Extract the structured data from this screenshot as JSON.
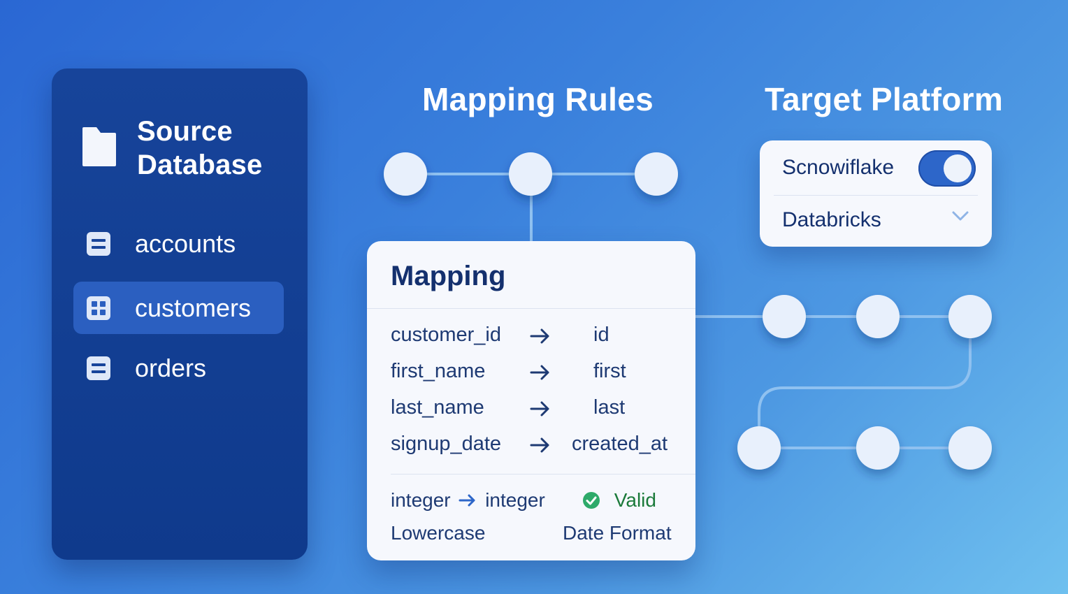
{
  "source": {
    "title": "Source Database",
    "tables": [
      {
        "label": "accounts",
        "icon": "table-list-icon",
        "active": false
      },
      {
        "label": "customers",
        "icon": "table-grid-icon",
        "active": true
      },
      {
        "label": "orders",
        "icon": "table-list-icon",
        "active": false
      }
    ]
  },
  "headings": {
    "mapping_rules": "Mapping Rules",
    "target_platform": "Target Platform"
  },
  "mapping": {
    "title": "Mapping",
    "rows": [
      {
        "source": "customer_id",
        "target": "id"
      },
      {
        "source": "first_name",
        "target": "first"
      },
      {
        "source": "last_name",
        "target": "last"
      },
      {
        "source": "signup_date",
        "target": "created_at"
      }
    ],
    "footer": {
      "type_from": "integer",
      "type_to": "integer",
      "status": "Valid",
      "rule_left": "Lowercase",
      "rule_right": "Date Format"
    }
  },
  "target": {
    "options": [
      {
        "label": "Scnowiflake",
        "control": "toggle",
        "on": true
      },
      {
        "label": "Databricks",
        "control": "dropdown"
      }
    ]
  },
  "colors": {
    "sidebar": "#0f3a8c",
    "active_item": "#2b5fc0",
    "node": "#e8f0fc",
    "link": "#8fc1f0",
    "valid": "#2eaa6a",
    "text_dark": "#14306e"
  }
}
